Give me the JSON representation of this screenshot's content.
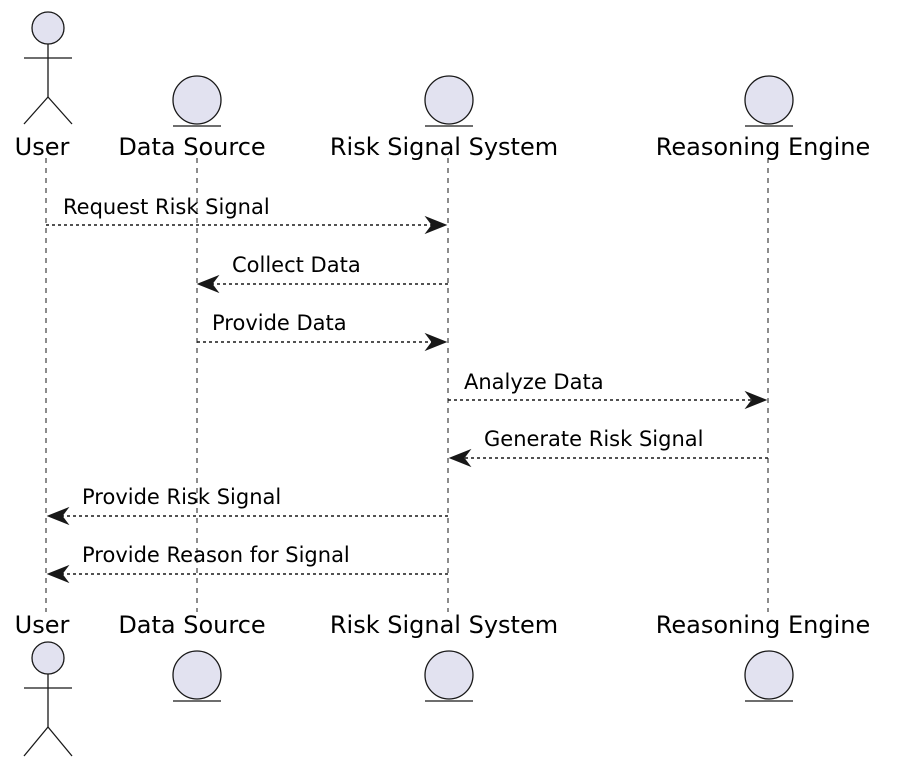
{
  "diagram": {
    "type": "sequence",
    "participants": [
      {
        "id": "user",
        "label": "User",
        "kind": "actor"
      },
      {
        "id": "data_source",
        "label": "Data Source",
        "kind": "entity"
      },
      {
        "id": "risk_system",
        "label": "Risk Signal System",
        "kind": "entity"
      },
      {
        "id": "reasoning",
        "label": "Reasoning Engine",
        "kind": "entity"
      }
    ],
    "messages": [
      {
        "from": "user",
        "to": "risk_system",
        "label": "Request Risk Signal"
      },
      {
        "from": "risk_system",
        "to": "data_source",
        "label": "Collect Data"
      },
      {
        "from": "data_source",
        "to": "risk_system",
        "label": "Provide Data"
      },
      {
        "from": "risk_system",
        "to": "reasoning",
        "label": "Analyze Data"
      },
      {
        "from": "reasoning",
        "to": "risk_system",
        "label": "Generate Risk Signal"
      },
      {
        "from": "risk_system",
        "to": "user",
        "label": "Provide Risk Signal"
      },
      {
        "from": "risk_system",
        "to": "user",
        "label": "Provide Reason for Signal"
      }
    ],
    "colors": {
      "participant_fill": "#E2E2F0",
      "line": "#181818"
    }
  }
}
